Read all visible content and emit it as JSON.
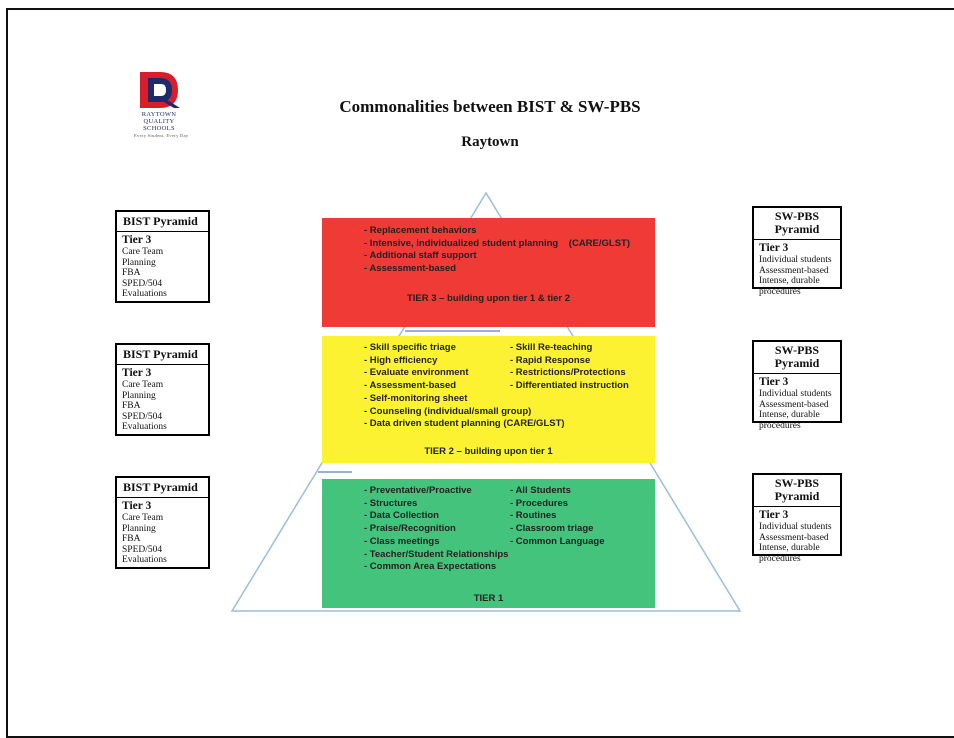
{
  "logo": {
    "lines": [
      "RAYTOWN",
      "QUALITY",
      "SCHOOLS"
    ],
    "tagline": "Every Student, Every Day"
  },
  "header": {
    "title": "Commonalities between BIST & SW-PBS",
    "subtitle": "Raytown"
  },
  "colors": {
    "tier3": "#f03a36",
    "tier2": "#fcf232",
    "tier1": "#44c37c",
    "pyramid_outline": "#9bbde0",
    "logo_red": "#d81e2a",
    "logo_navy": "#1f2a6b"
  },
  "tiers": {
    "tier3": {
      "items": [
        "- Replacement behaviors",
        "- Intensive, individualized student planning    (CARE/GLST)",
        "- Additional staff support",
        "- Assessment-based"
      ],
      "footer": "TIER 3 – building upon tier 1 & tier 2"
    },
    "tier2": {
      "left_items": [
        "- Skill specific triage",
        "- High efficiency",
        "- Evaluate environment",
        "- Assessment-based",
        "- Self-monitoring sheet",
        "- Counseling (individual/small group)",
        "- Data driven student planning (CARE/GLST)"
      ],
      "right_items": [
        "- Skill Re-teaching",
        "- Rapid Response",
        "- Restrictions/Protections",
        "- Differentiated instruction"
      ],
      "footer": "TIER 2 – building upon tier 1"
    },
    "tier1": {
      "left_items": [
        "- Preventative/Proactive",
        "- Structures",
        "- Data Collection",
        "- Praise/Recognition",
        "- Class meetings",
        "- Teacher/Student Relationships",
        "- Common Area Expectations"
      ],
      "right_items": [
        "- All Students",
        "- Procedures",
        "- Routines",
        "- Classroom triage",
        "- Common Language"
      ],
      "footer": "TIER 1"
    }
  },
  "bist_boxes": [
    {
      "title": "BIST Pyramid",
      "tier": "Tier 3",
      "lines": [
        "Care Team",
        "Planning",
        "FBA",
        "SPED/504",
        "Evaluations"
      ]
    },
    {
      "title": "BIST Pyramid",
      "tier": "Tier 3",
      "lines": [
        "Care Team",
        "Planning",
        "FBA",
        "SPED/504",
        "Evaluations"
      ]
    },
    {
      "title": "BIST Pyramid",
      "tier": "Tier 3",
      "lines": [
        "Care Team",
        "Planning",
        "FBA",
        "SPED/504",
        "Evaluations"
      ]
    }
  ],
  "swpbs_boxes": [
    {
      "title": "SW-PBS Pyramid",
      "tier": "Tier 3",
      "lines": [
        "Individual students",
        "Assessment-based",
        "Intense, durable",
        "procedures"
      ]
    },
    {
      "title": "SW-PBS Pyramid",
      "tier": "Tier 3",
      "lines": [
        "Individual students",
        "Assessment-based",
        "Intense, durable",
        "procedures"
      ]
    },
    {
      "title": "SW-PBS Pyramid",
      "tier": "Tier 3",
      "lines": [
        "Individual students",
        "Assessment-based",
        "Intense, durable",
        "procedures"
      ]
    }
  ]
}
